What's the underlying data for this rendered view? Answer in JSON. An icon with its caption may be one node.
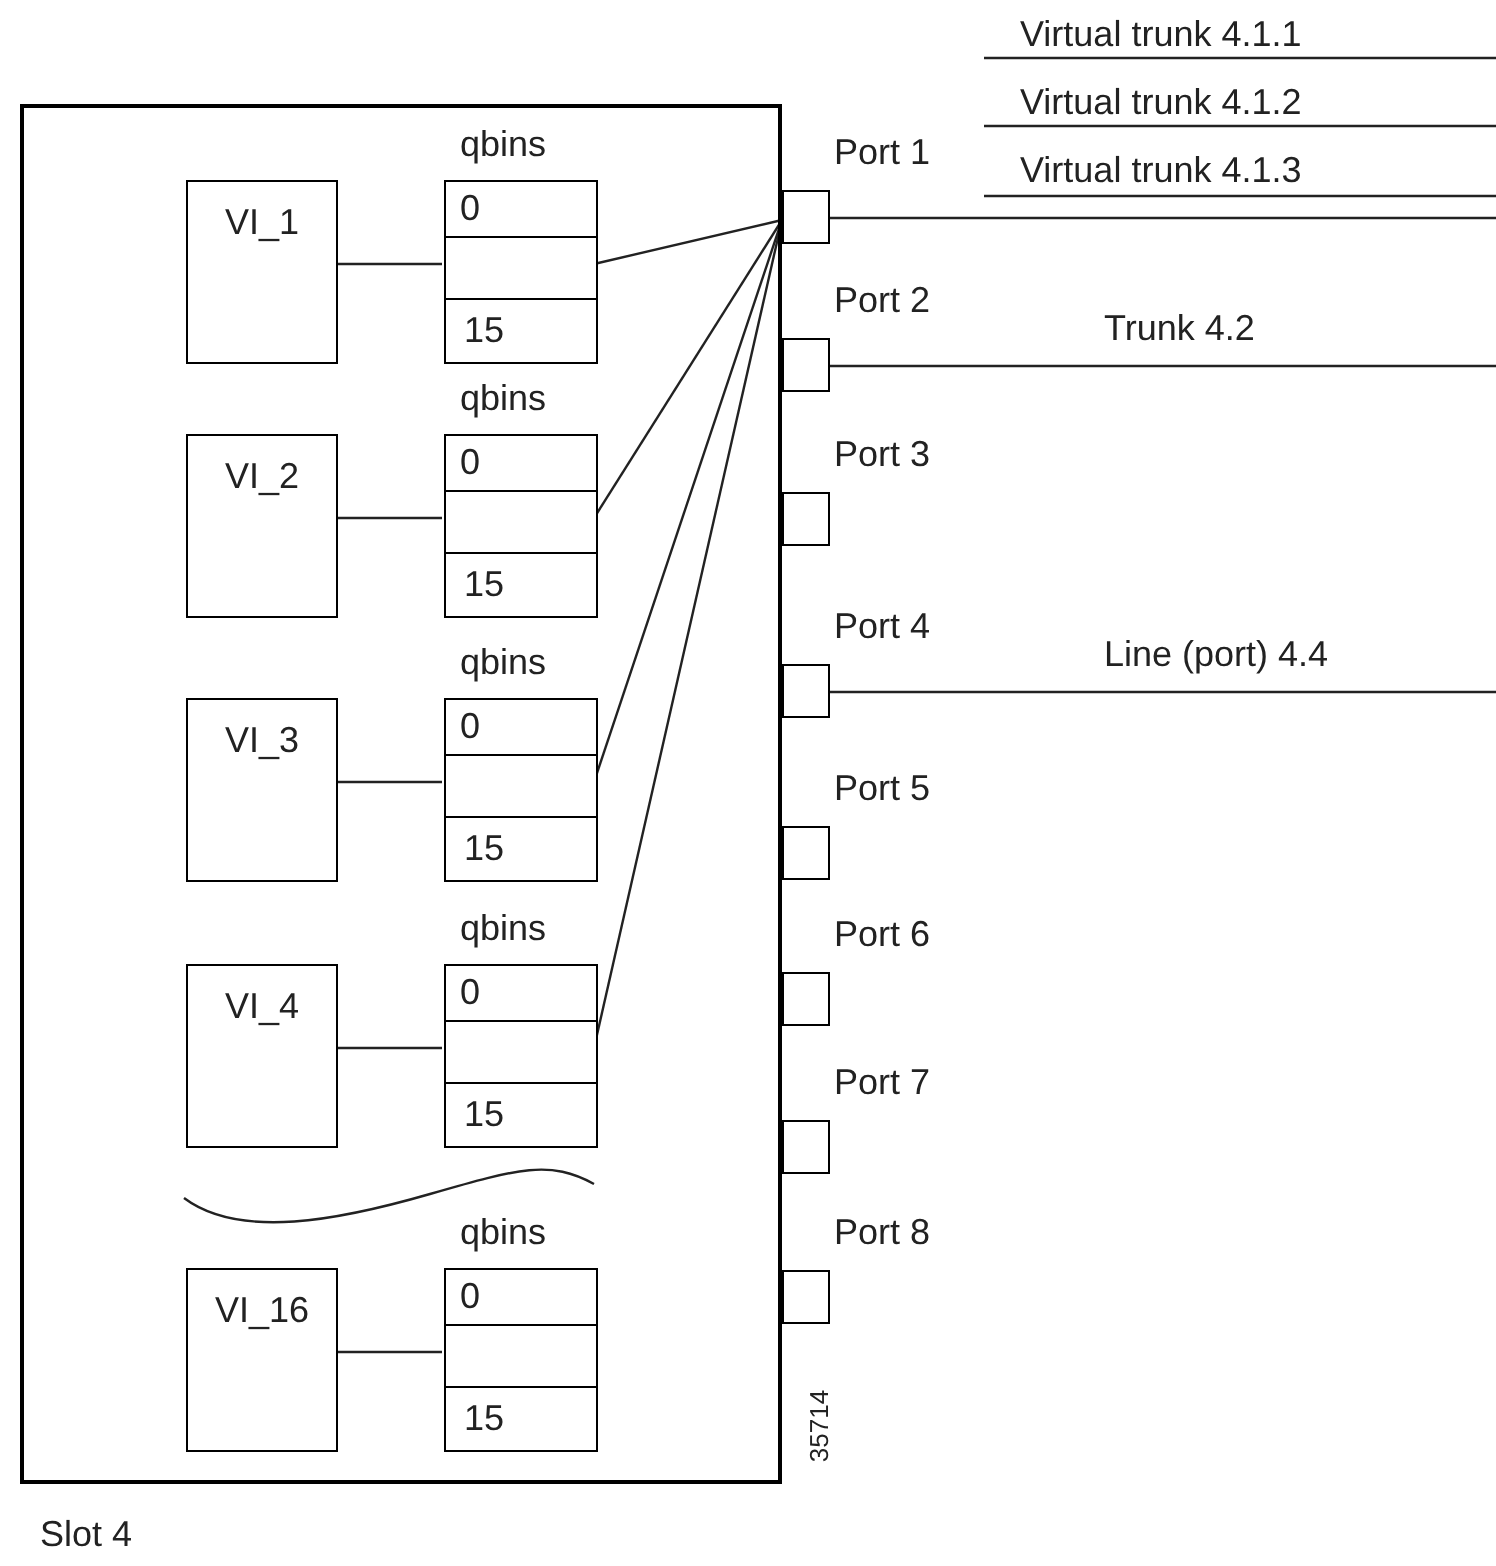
{
  "diagram": {
    "nodes": [
      {
        "text": [],
        "shape": "box",
        "beside": [
          "Slot 4"
        ]
      },
      {
        "text": [
          "VI_1"
        ],
        "in": 0
      },
      {
        "text": [
          "qbins",
          "0",
          "15"
        ],
        "in": 0
      },
      {
        "text": [
          "VI_2"
        ],
        "in": 0
      },
      {
        "text": [
          "qbins",
          "0",
          "15"
        ],
        "in": 0
      },
      {
        "text": [
          "VI_3"
        ],
        "in": 0
      },
      {
        "text": [
          "qbins",
          "0",
          "15"
        ],
        "in": 0
      },
      {
        "text": [
          "VI_4"
        ],
        "in": 0
      },
      {
        "text": [
          "qbins",
          "0",
          "15"
        ],
        "in": 0
      },
      {
        "text": [
          "VI_16"
        ],
        "in": 0
      },
      {
        "text": [
          "qbins",
          "0",
          "15"
        ],
        "in": 0
      },
      {
        "text": [
          "Port 1"
        ]
      },
      {
        "text": [
          "Port 2"
        ]
      },
      {
        "text": [
          "Port 3"
        ]
      },
      {
        "text": [
          "Port 4"
        ]
      },
      {
        "text": [
          "Port 5"
        ]
      },
      {
        "text": [
          "Port 6"
        ]
      },
      {
        "text": [
          "Port 7"
        ]
      },
      {
        "text": [
          "Port 8"
        ]
      }
    ],
    "edges": [
      {
        "from": 1,
        "to": 2,
        "arrow": "none"
      },
      {
        "from": 3,
        "to": 4,
        "arrow": "none"
      },
      {
        "from": 5,
        "to": 6,
        "arrow": "none"
      },
      {
        "from": 7,
        "to": 8,
        "arrow": "none"
      },
      {
        "from": 9,
        "to": 10,
        "arrow": "none"
      },
      {
        "from": 11,
        "to": 2,
        "arrow": "none"
      },
      {
        "from": 11,
        "to": 4,
        "arrow": "none"
      },
      {
        "from": 11,
        "to": 6,
        "arrow": "none"
      },
      {
        "from": 11,
        "to": 8,
        "arrow": "none"
      },
      {
        "from": 11,
        "to": null,
        "arrow": "none"
      },
      {
        "from": 12,
        "to": null,
        "label": "Trunk 4.2",
        "arrow": "none"
      },
      {
        "from": 14,
        "to": null,
        "label": "Line (port) 4.4",
        "arrow": "none"
      }
    ],
    "labels": [
      "Virtual trunk 4.1.1",
      "Virtual trunk 4.1.2",
      "Virtual trunk 4.1.3",
      "35714"
    ]
  }
}
